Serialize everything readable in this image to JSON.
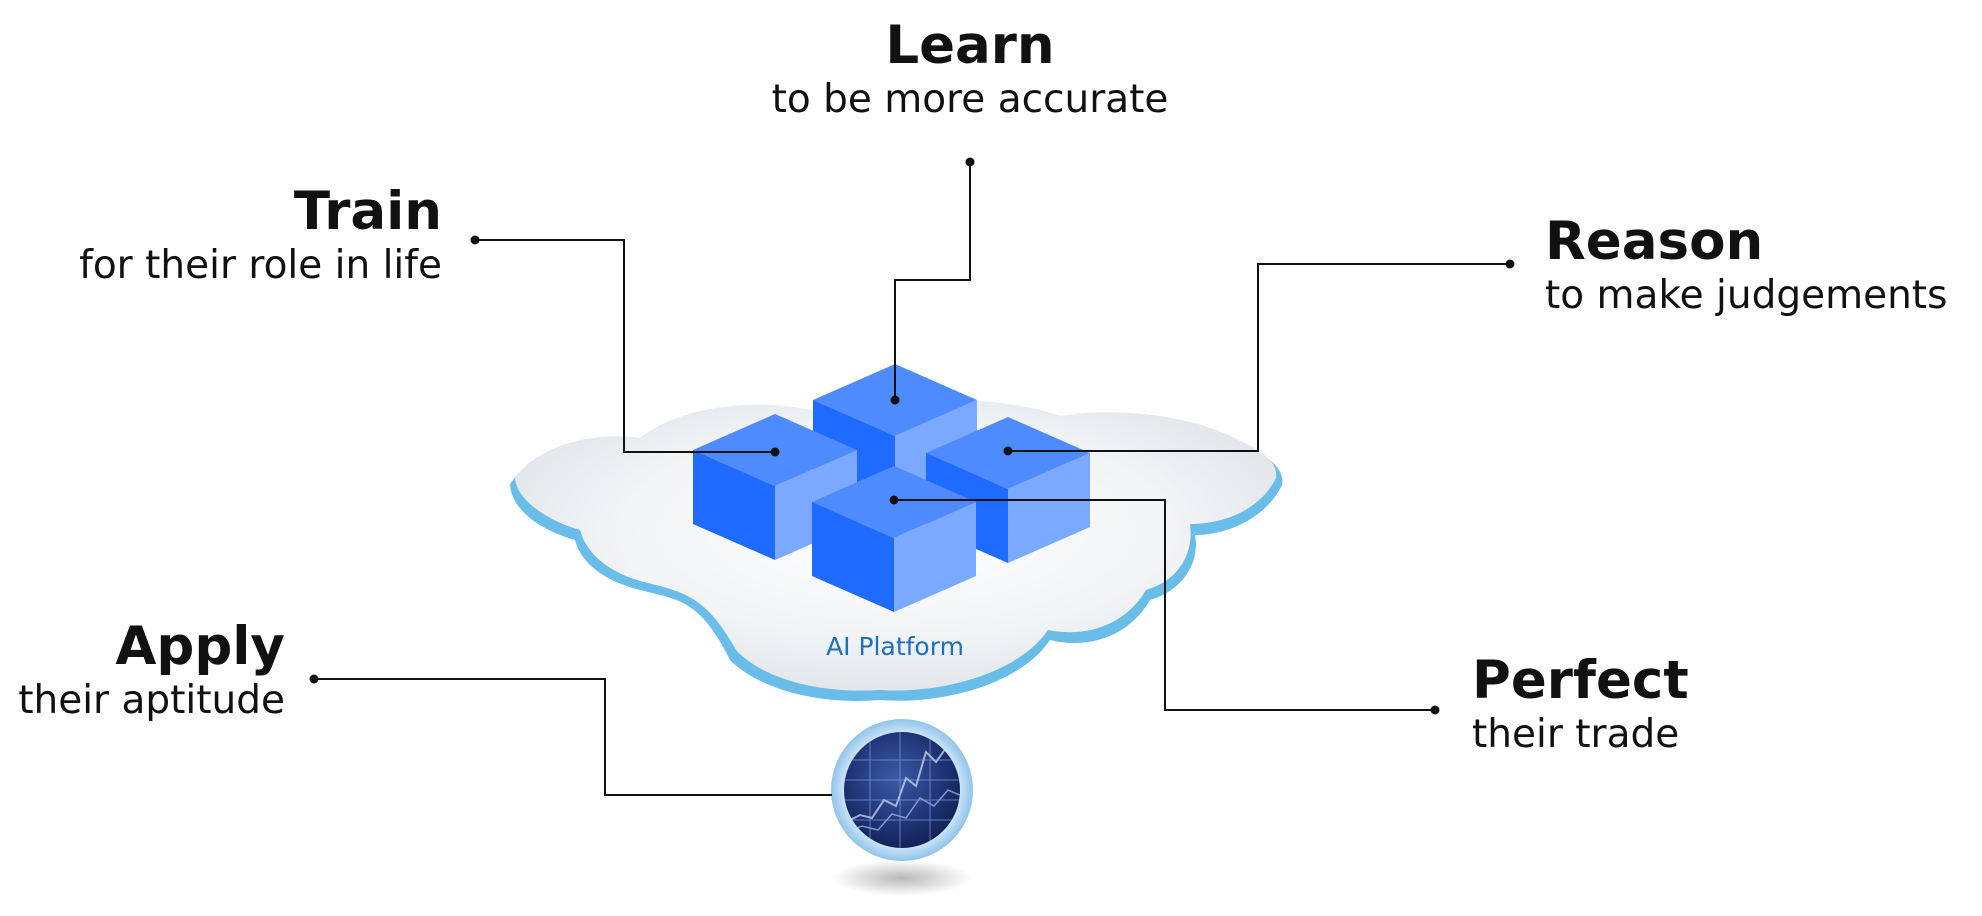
{
  "labels": {
    "learn": {
      "title": "Learn",
      "subtitle": "to be more accurate"
    },
    "train": {
      "title": "Train",
      "subtitle": "for their role in life"
    },
    "reason": {
      "title": "Reason",
      "subtitle": "to make judgements"
    },
    "apply": {
      "title": "Apply",
      "subtitle": "their aptitude"
    },
    "perfect": {
      "title": "Perfect",
      "subtitle": "their trade"
    }
  },
  "platform": {
    "label": "AI Platform"
  },
  "colors": {
    "text": "#111111",
    "connector": "#111111",
    "cube_top": "#4d8bff",
    "cube_left": "#1f6bff",
    "cube_right": "#7aa9ff",
    "cloud_outline": "#69bde8",
    "platform_label": "#1f6fbf",
    "globe": "#1c2f6e"
  },
  "icons": {
    "globe": "market-chart-globe-icon",
    "cube": "cube-icon",
    "cloud": "cloud-icon"
  }
}
